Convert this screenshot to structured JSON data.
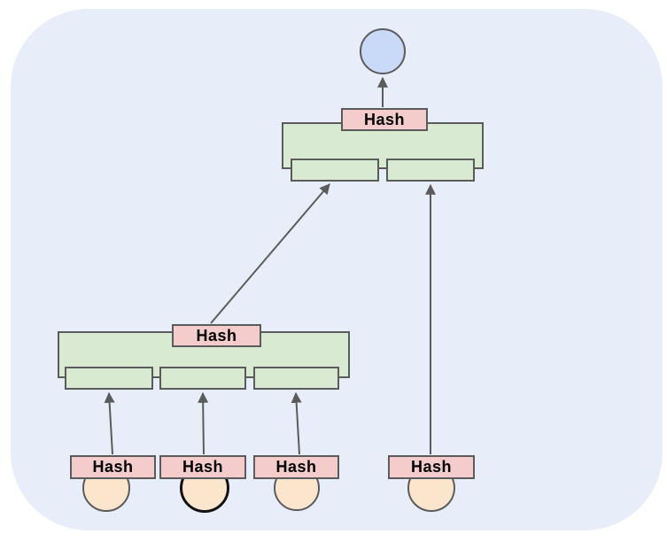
{
  "diagram": {
    "description": "Hash tree (Merkle tree) diagram: data blocks are hashed, hashes are grouped into blocks, hashed again, up to a root hash node",
    "background_color": "#e7eef9",
    "outline_color": "#5b5b5b",
    "node_colors": {
      "block_fill_green": "#d9ead3",
      "hash_fill_pink": "#f4cccc",
      "root_fill_blue": "#c9daf8",
      "data_fill_peach": "#fce5cd",
      "highlight_border_black": "#111111"
    },
    "root_node": {
      "type": "circle"
    },
    "top_block": {
      "hash_label": "Hash",
      "child_slots": 2
    },
    "mid_block": {
      "hash_label": "Hash",
      "child_slots": 3
    },
    "leaves": [
      {
        "hash_label": "Hash",
        "highlighted": false
      },
      {
        "hash_label": "Hash",
        "highlighted": true
      },
      {
        "hash_label": "Hash",
        "highlighted": false
      },
      {
        "hash_label": "Hash",
        "highlighted": false
      }
    ]
  }
}
